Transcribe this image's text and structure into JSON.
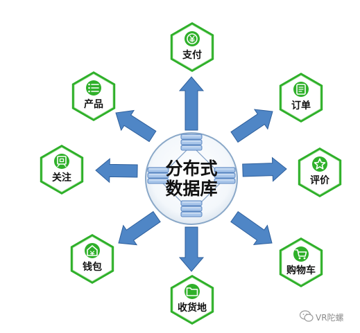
{
  "center": {
    "line1": "分布式",
    "line2": "数据库"
  },
  "nodes": [
    {
      "id": "pay",
      "label": "支付",
      "icon": "yen-coin-icon"
    },
    {
      "id": "order",
      "label": "订单",
      "icon": "document-icon"
    },
    {
      "id": "review",
      "label": "评价",
      "icon": "star-icon"
    },
    {
      "id": "cart",
      "label": "购物车",
      "icon": "shopping-cart-icon"
    },
    {
      "id": "address",
      "label": "收货地",
      "icon": "folder-icon"
    },
    {
      "id": "wallet",
      "label": "钱包",
      "icon": "wallet-icon"
    },
    {
      "id": "follow",
      "label": "关注",
      "icon": "bell-icon"
    },
    {
      "id": "product",
      "label": "产品",
      "icon": "list-icon"
    }
  ],
  "watermark": {
    "text": "VR陀螺",
    "icon": "wechat-icon"
  },
  "colors": {
    "hexagon_fill": "#2fb02a",
    "hexagon_border": "#c8ecc2",
    "arrow": "#4f86c6",
    "arrow_edge": "#2e5f9c",
    "disk_fill": "#a9c6ea",
    "disk_edge": "#5a86c0",
    "circle_edge": "#8aa8c8"
  }
}
